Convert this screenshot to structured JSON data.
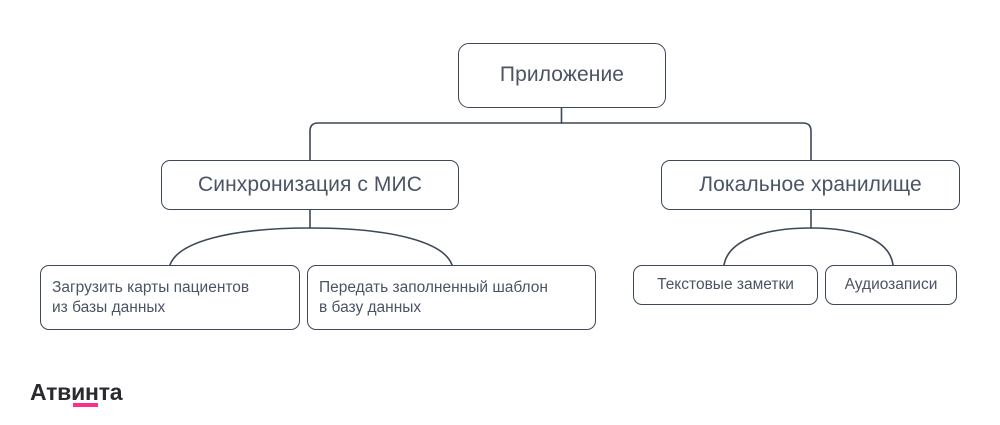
{
  "diagram": {
    "type": "tree-hierarchy",
    "orientation": "top-down",
    "colors": {
      "node_border": "#3d4857",
      "node_text": "#4a5463",
      "node_fill": "#ffffff",
      "connector": "#3d4857",
      "background": "#ffffff",
      "brand_accent": "#ff2d8c",
      "brand_text": "#2b2b2f"
    },
    "nodes": {
      "root": {
        "label": "Приложение",
        "level": 1
      },
      "sync": {
        "label": "Синхронизация с МИС",
        "level": 2
      },
      "storage": {
        "label": "Локальное хранилище",
        "level": 2
      },
      "load_cards": {
        "label": "Загрузить карты пациентов\nиз базы данных",
        "level": 3
      },
      "send_template": {
        "label": "Передать заполненный шаблон\nв базу данных",
        "level": 3
      },
      "text_notes": {
        "label": "Текстовые заметки",
        "level": 3
      },
      "audio_records": {
        "label": "Аудиозаписи",
        "level": 3
      }
    },
    "edges": [
      {
        "from": "root",
        "to": "sync",
        "style": "orthogonal"
      },
      {
        "from": "root",
        "to": "storage",
        "style": "orthogonal"
      },
      {
        "from": "sync",
        "to": "load_cards",
        "style": "arc"
      },
      {
        "from": "sync",
        "to": "send_template",
        "style": "arc"
      },
      {
        "from": "storage",
        "to": "text_notes",
        "style": "arc"
      },
      {
        "from": "storage",
        "to": "audio_records",
        "style": "arc"
      }
    ]
  },
  "brand": {
    "name": "Атвинта"
  }
}
